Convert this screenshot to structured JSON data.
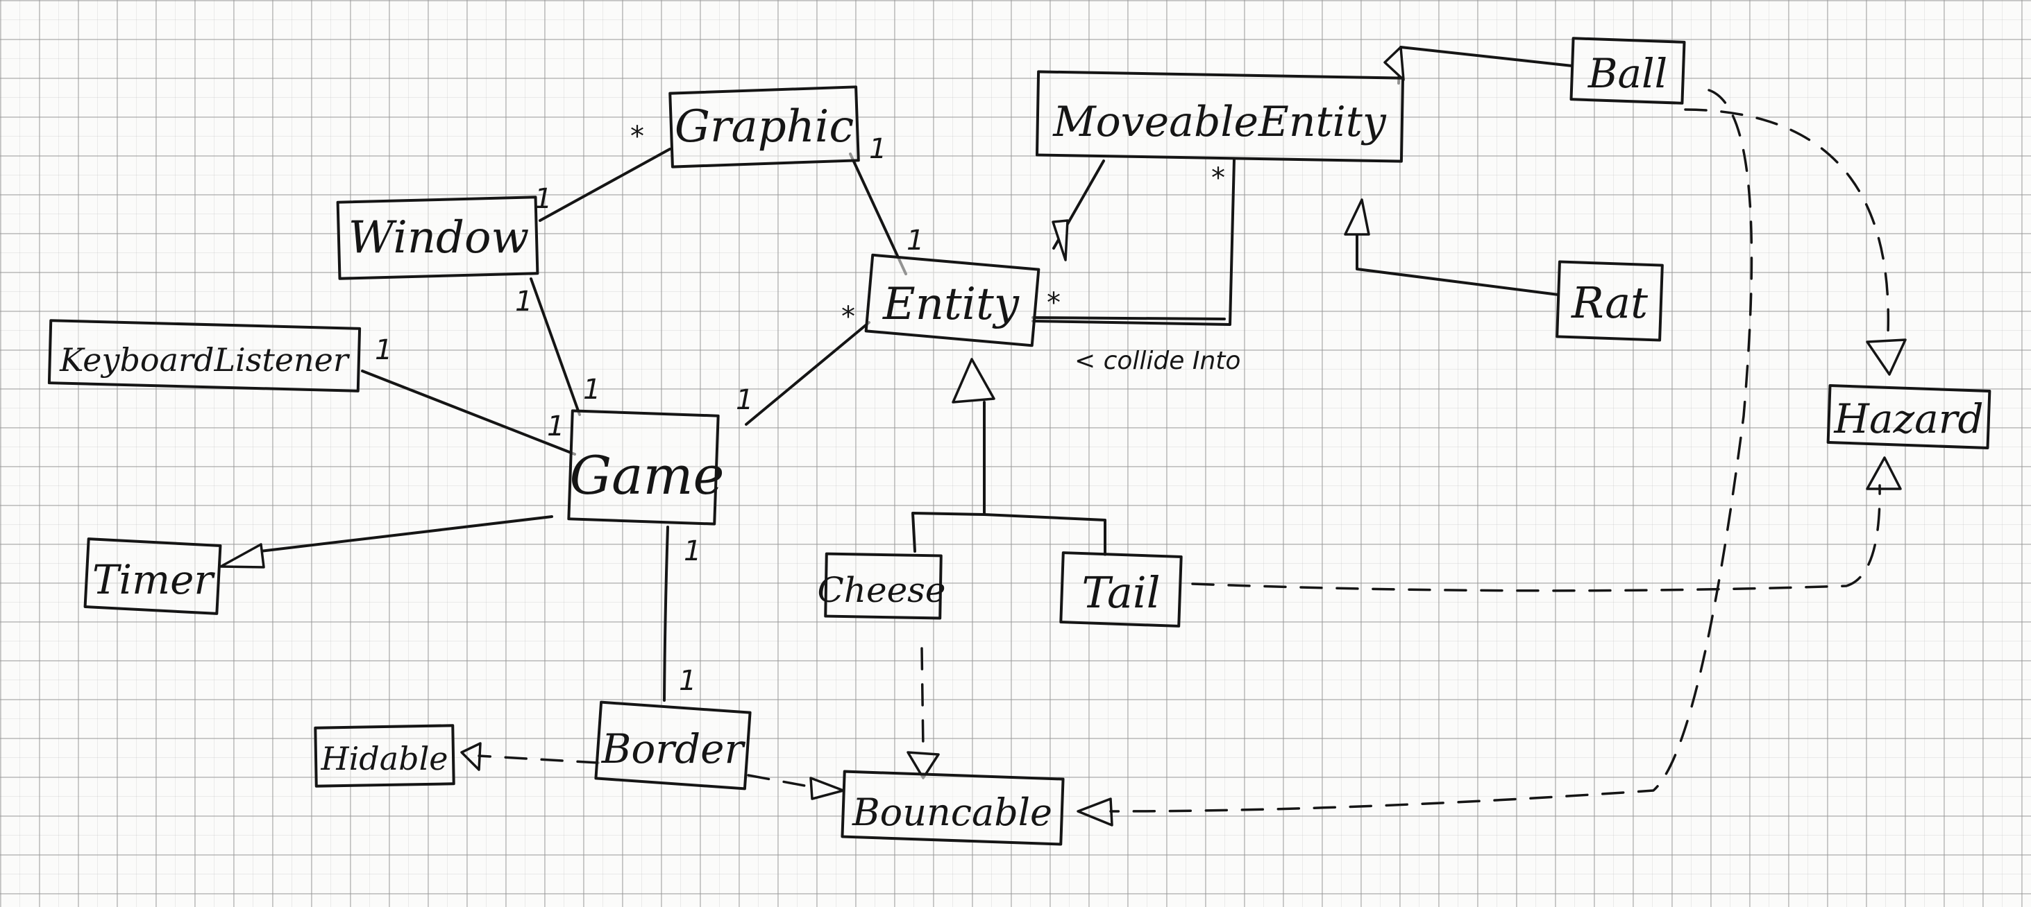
{
  "classes": {
    "graphic": "Graphic",
    "moveable_entity": "MoveableEntity",
    "ball": "Ball",
    "window": "Window",
    "entity": "Entity",
    "rat": "Rat",
    "keyboard_listener": "KeyboardListener",
    "game": "Game",
    "hazard": "Hazard",
    "timer": "Timer",
    "cheese": "Cheese",
    "tail": "Tail",
    "hidable": "Hidable",
    "border": "Border",
    "bouncable": "Bouncable"
  },
  "multiplicities": {
    "graphic_window": "*",
    "window_graphic": "1",
    "graphic_entity": "1",
    "entity_graphic": "1",
    "window_game": "1",
    "game_window": "1",
    "keyboard_listener_game": "1",
    "game_keyboard_listener": "1",
    "game_entity": "1",
    "entity_game": "*",
    "entity_moveable": "*",
    "moveable_entity": "*",
    "game_border": "1",
    "border_game": "1"
  },
  "labels": {
    "collide": "< collide Into"
  }
}
